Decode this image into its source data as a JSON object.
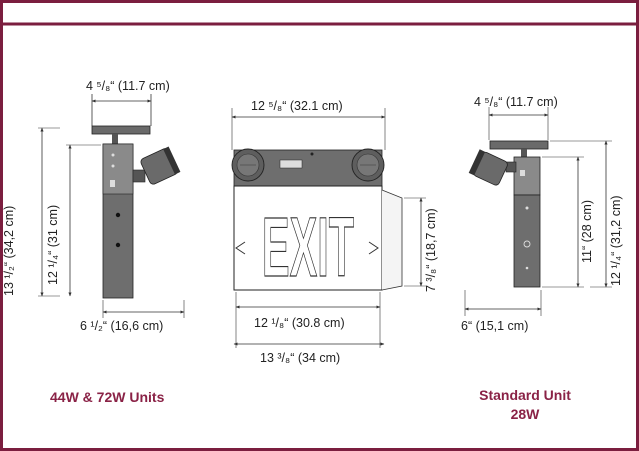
{
  "dimensions": {
    "left_top_width": "4 ⁵/₈“ (11.7 cm)",
    "left_overall_height": "13 ¹/₂“ (34,2 cm)",
    "left_inner_height": "12 ¹/₄“ (31 cm)",
    "left_bottom_depth": "6 ¹/₂“ (16,6 cm)",
    "front_top_width": "12 ⁵/₈“ (32.1 cm)",
    "front_inner_width": "12 ¹/₈“ (30.8 cm)",
    "front_overall_width": "13 ³/₈“ (34 cm)",
    "front_height": "7 ³/₈“ (18,7 cm)",
    "right_top_width": "4 ⁵/₈“ (11.7 cm)",
    "right_inner_height": "11“ (28 cm)",
    "right_overall_height": "12 ¹/₄“ (31,2 cm)",
    "right_bottom_depth": "6“ (15,1 cm)"
  },
  "sign_text": "EXIT",
  "captions": {
    "left": "44W & 72W Units",
    "right_line1": "Standard Unit",
    "right_line2": "28W"
  },
  "colors": {
    "frame": "#7b1e3f",
    "caption": "#8a2246",
    "unit_body": "#6a6a6a",
    "lines": "#333333"
  }
}
